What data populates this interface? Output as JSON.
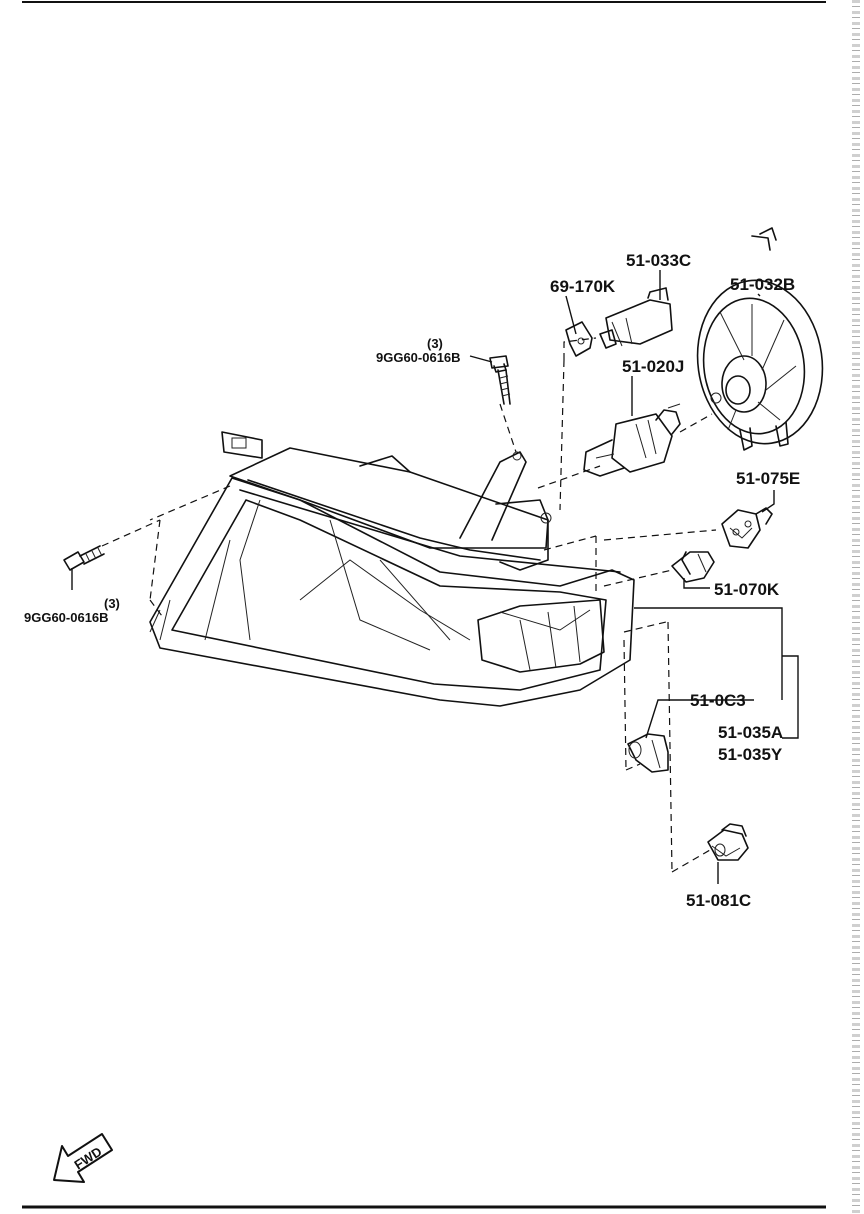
{
  "callouts": {
    "p51_033C": "51-033C",
    "p69_170K": "69-170K",
    "p51_032B": "51-032B",
    "bolt_top_qty": "(3)",
    "bolt_top": "9GG60-0616B",
    "p51_020J": "51-020J",
    "p51_075E": "51-075E",
    "p51_070K": "51-070K",
    "bolt_left_qty": "(3)",
    "bolt_left": "9GG60-0616B",
    "p51_0C3": "51-0C3",
    "p51_035A": "51-035A",
    "p51_035Y": "51-035Y",
    "p51_081C": "51-081C"
  },
  "fwd_label": "FWD"
}
